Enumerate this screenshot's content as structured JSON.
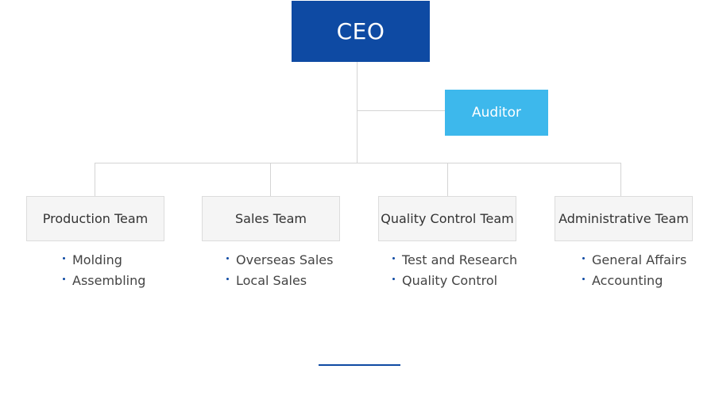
{
  "ceo": {
    "label": "CEO"
  },
  "auditor": {
    "label": "Auditor"
  },
  "teams": [
    {
      "name": "Production Team",
      "items": [
        "Molding",
        "Assembling"
      ]
    },
    {
      "name": "Sales Team",
      "items": [
        "Overseas Sales",
        "Local Sales"
      ]
    },
    {
      "name": "Quality Control Team",
      "items": [
        "Test and Research",
        "Quality Control"
      ]
    },
    {
      "name": "Administrative Team",
      "items": [
        "General Affairs",
        "Accounting"
      ]
    }
  ],
  "colors": {
    "ceo_bg": "#0e4aa3",
    "auditor_bg": "#3db8ec",
    "team_bg": "#f5f5f5",
    "connector": "#d4d4d4",
    "bullet": "#0e4aa3"
  }
}
